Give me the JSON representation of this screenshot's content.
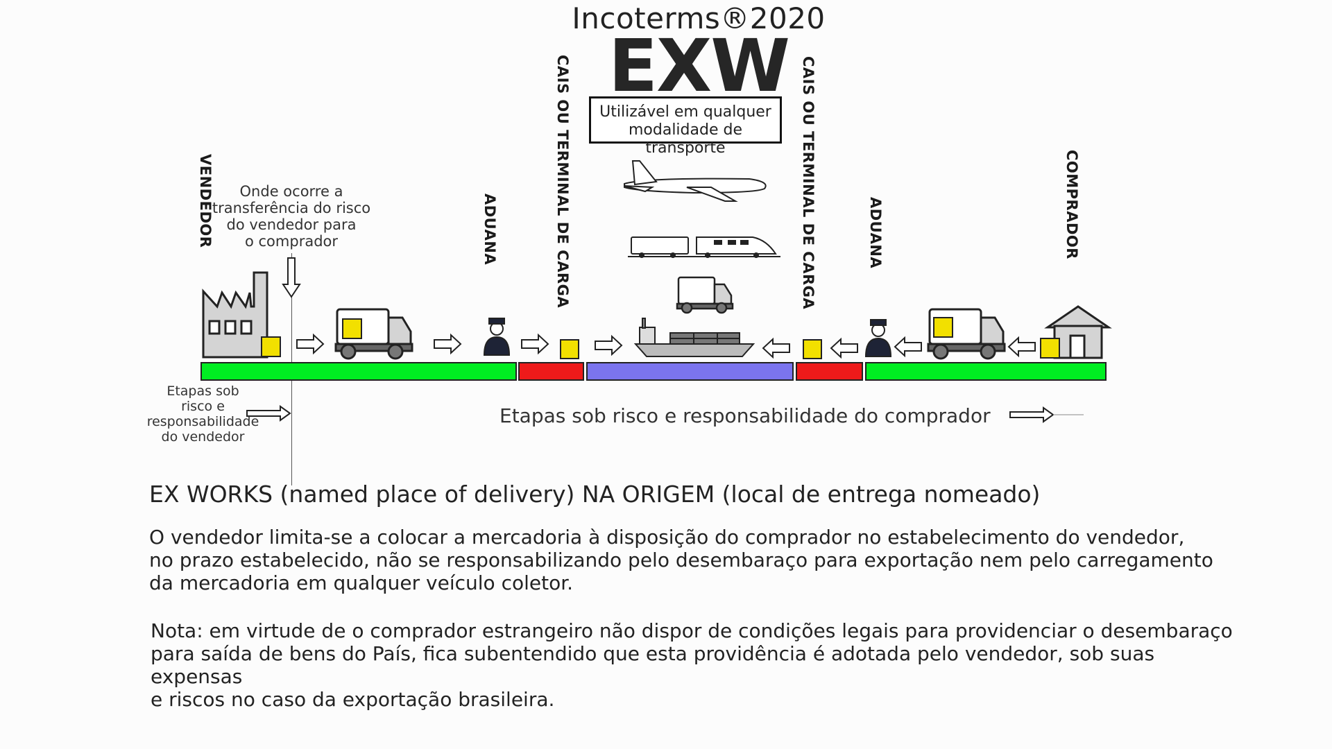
{
  "header": {
    "title": "Incoterms®2020",
    "code": "EXW",
    "mode_line1": "Utilizável em qualquer",
    "mode_line2": "modalidade de transporte"
  },
  "stations": {
    "seller": "VENDEDOR",
    "customs_origin": "ADUANA",
    "terminal_origin": "CAIS OU TERMINAL DE CARGA",
    "terminal_dest": "CAIS OU TERMINAL DE CARGA",
    "customs_dest": "ADUANA",
    "buyer": "COMPRADOR"
  },
  "risk_note": {
    "line1": "Onde ocorre a",
    "line2": "transferência do risco",
    "line3": "do vendedor para",
    "line4": "o comprador"
  },
  "seller_stage_note": {
    "line1": "Etapas sob",
    "line2": "risco e",
    "line3": "responsabilidade",
    "line4": "do vendedor"
  },
  "buyer_stage_note": "Etapas sob risco e responsabilidade do comprador",
  "bar_colors": {
    "green": "#00ee22",
    "red": "#ee1a1a",
    "blue": "#7b74ee",
    "cargo_yellow": "#f2e000"
  },
  "transport_icons": [
    "airplane-icon",
    "train-icon",
    "truck-icon",
    "ship-icon"
  ],
  "body": {
    "heading": "EX WORKS (named place of delivery) NA ORIGEM (local de entrega nomeado)",
    "para1_line1": "O vendedor limita-se a colocar a mercadoria à disposição do comprador no estabelecimento do vendedor,",
    "para1_line2": "no prazo estabelecido, não se responsabilizando pelo desembaraço para exportação nem pelo carregamento",
    "para1_line3": "da mercadoria em qualquer veículo coletor.",
    "para2_line1": "Nota: em virtude de o comprador estrangeiro não dispor de condições legais para providenciar o desembaraço",
    "para2_line2": "para saída de bens do País, fica subentendido que esta providência é adotada pelo vendedor, sob suas expensas",
    "para2_line3": "e riscos no caso da exportação brasileira."
  }
}
